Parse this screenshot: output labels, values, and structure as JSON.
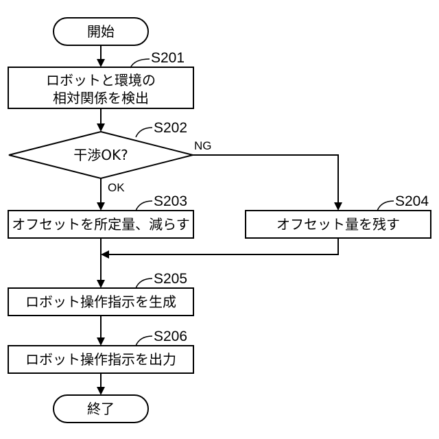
{
  "flowchart": {
    "start": "開始",
    "end": "終了",
    "steps": {
      "s201": {
        "id": "S201",
        "line1": "ロボットと環境の",
        "line2": "相対関係を検出"
      },
      "s202": {
        "id": "S202",
        "text": "干渉OK?",
        "yes": "OK",
        "no": "NG"
      },
      "s203": {
        "id": "S203",
        "text": "オフセットを所定量、減らす"
      },
      "s204": {
        "id": "S204",
        "text": "オフセット量を残す"
      },
      "s205": {
        "id": "S205",
        "text": "ロボット操作指示を生成"
      },
      "s206": {
        "id": "S206",
        "text": "ロボット操作指示を出力"
      }
    }
  }
}
